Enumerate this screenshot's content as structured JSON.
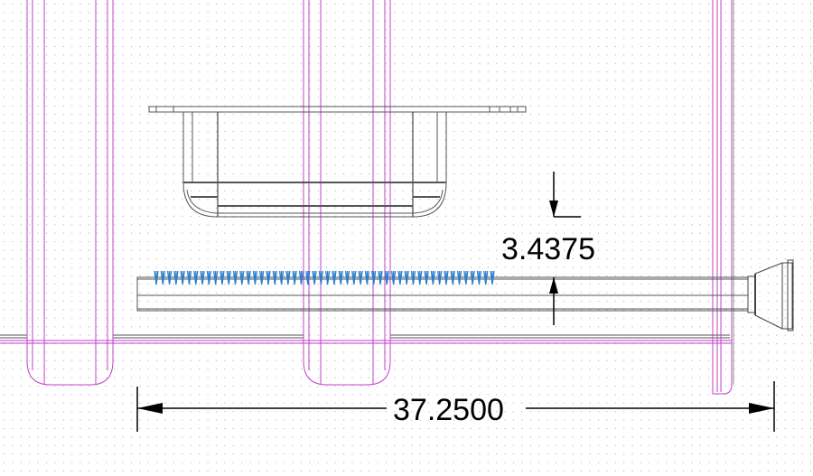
{
  "drawing": {
    "dimensions": [
      {
        "id": "vertical",
        "value": "3.4375"
      },
      {
        "id": "horizontal",
        "value": "37.2500"
      }
    ],
    "colors": {
      "grid_dot": "#9a9a9a",
      "geometry": "#555555",
      "magenta": "#c040c8",
      "spring": "#2a7fd0",
      "dimension": "#000000"
    },
    "spring_count": 52
  }
}
